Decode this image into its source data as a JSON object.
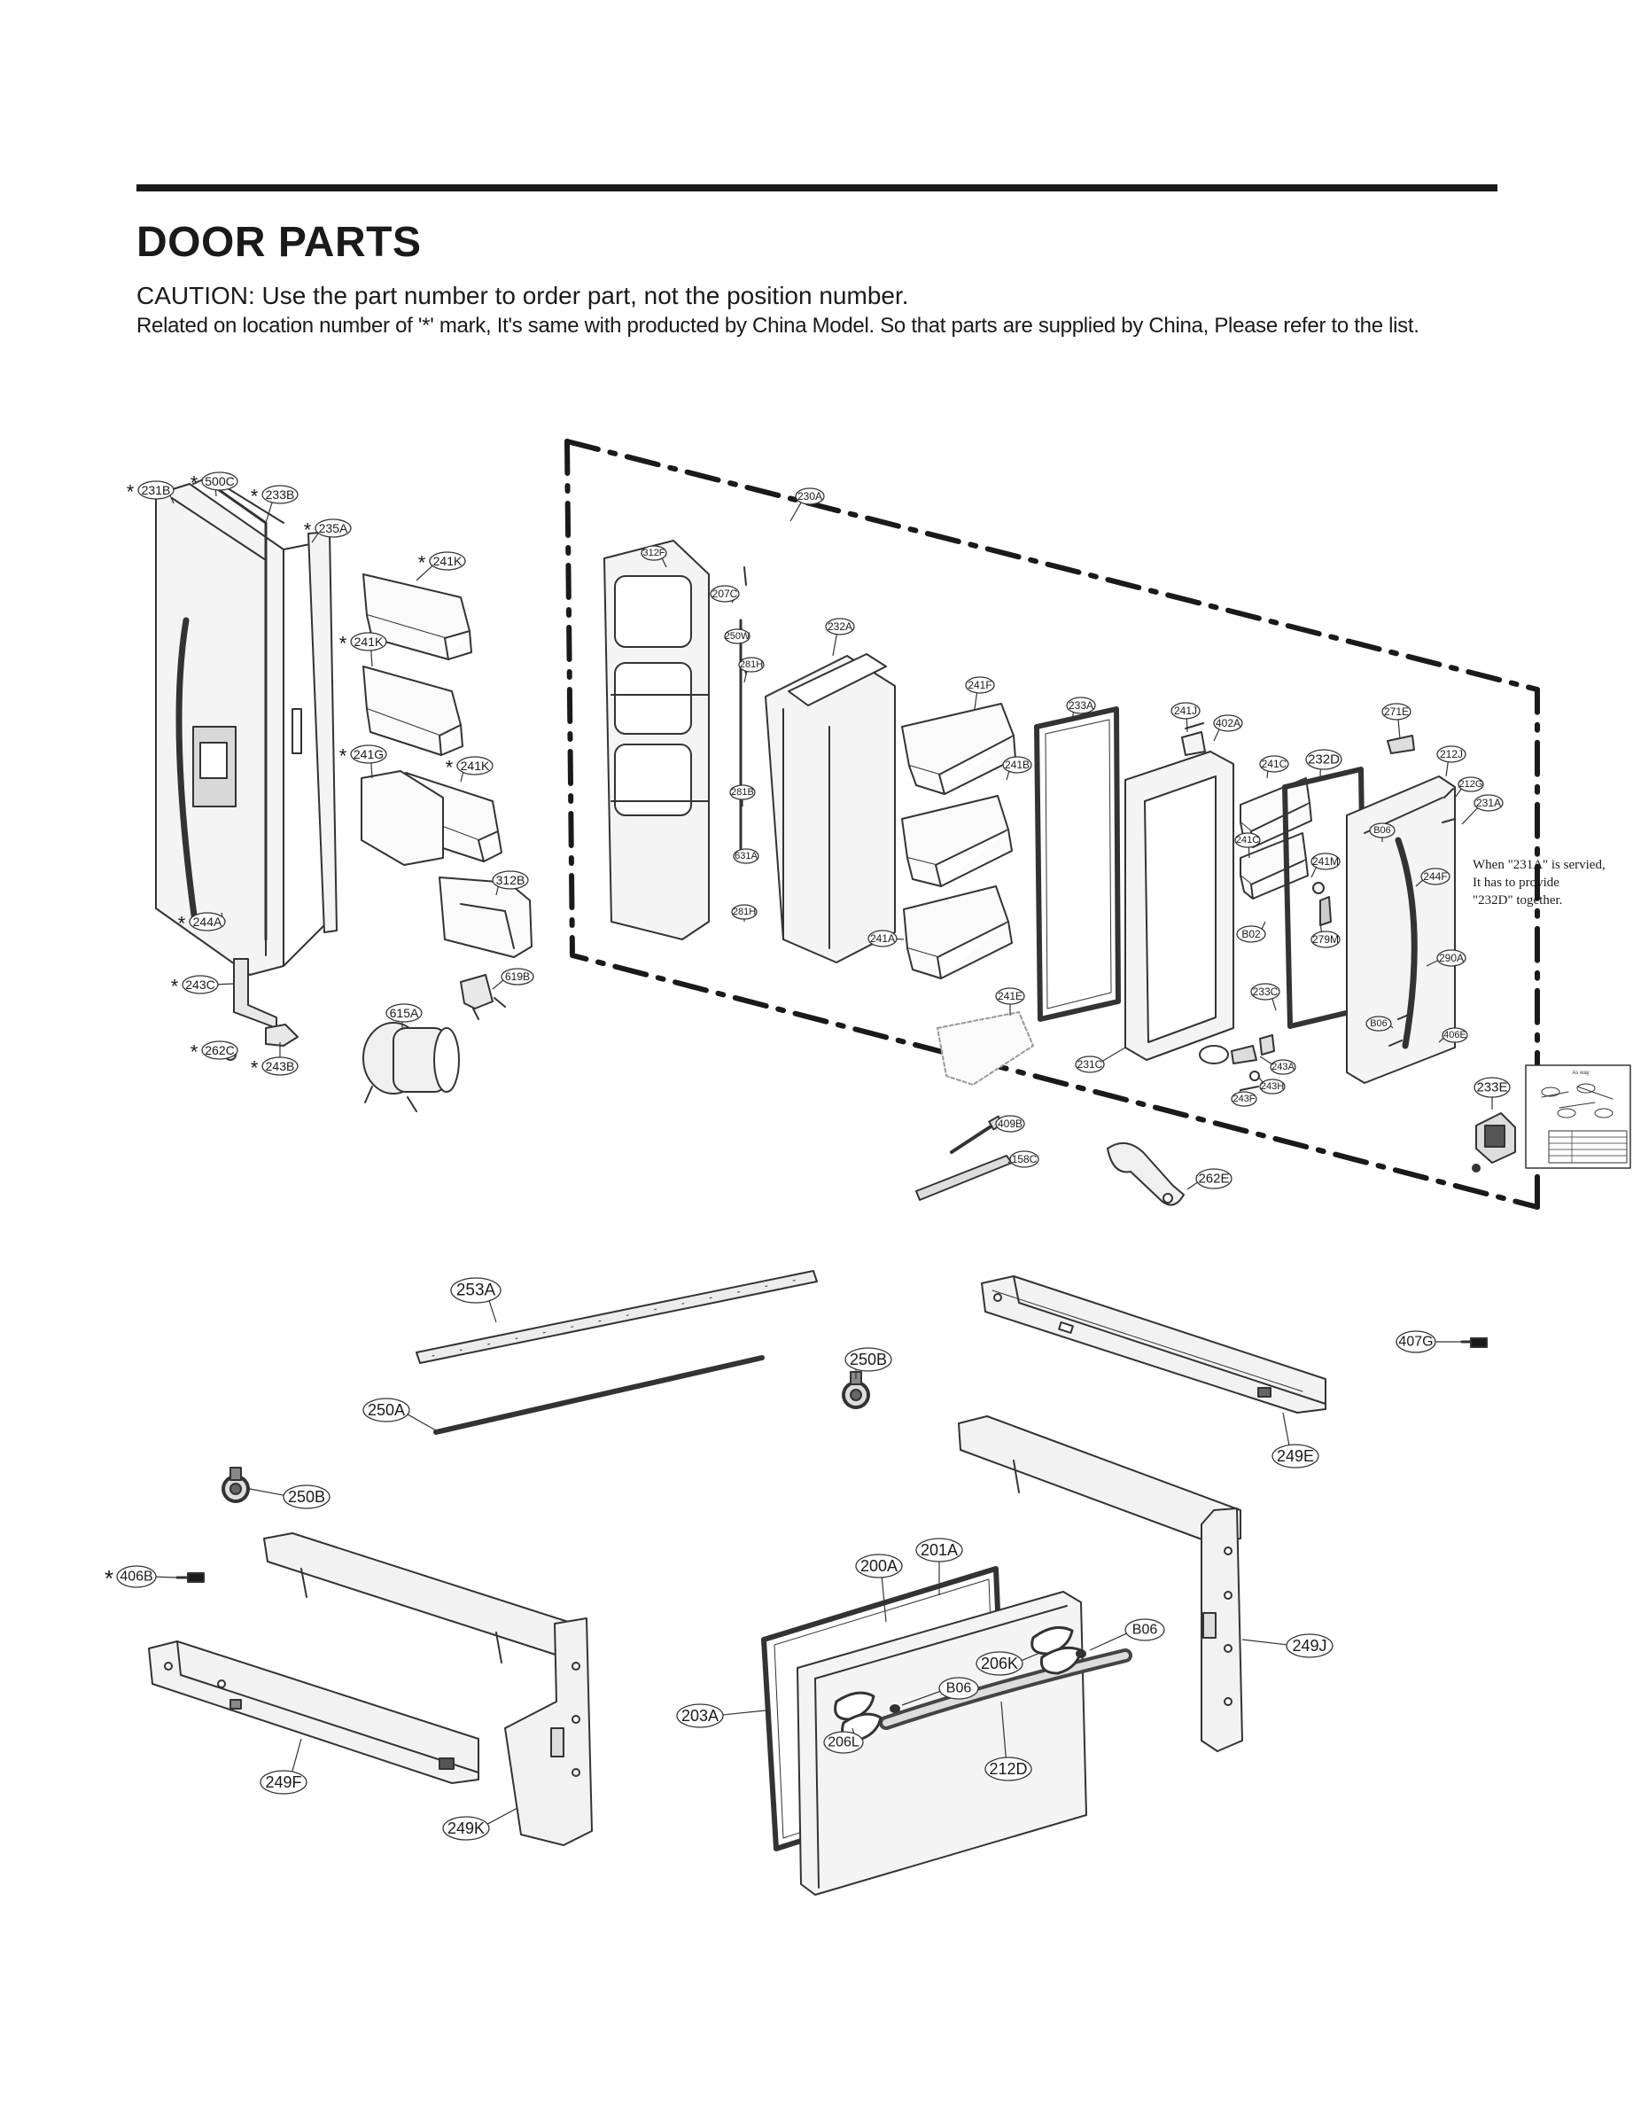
{
  "header": {
    "title": "DOOR PARTS",
    "caution": "CAUTION: Use the part number to order part, not the position number.",
    "note": "Related on location number of '*' mark, It's same with producted by China Model. So that parts are supplied by China, Please refer to the list."
  },
  "service_note": {
    "lines": [
      "When \"231A\" is servied,",
      "It has to provide",
      "\"232D\" together."
    ]
  },
  "inset": {
    "title": "As way"
  },
  "colors": {
    "ink": "#1a1a1a",
    "line": "#333333",
    "part_fill": "#f4f4f4"
  },
  "callouts": [
    {
      "label": "231B",
      "star": true
    },
    {
      "label": "500C",
      "star": true
    },
    {
      "label": "233B",
      "star": true
    },
    {
      "label": "235A",
      "star": true
    },
    {
      "label": "241K",
      "star": true
    },
    {
      "label": "241K",
      "star": true
    },
    {
      "label": "241G",
      "star": true
    },
    {
      "label": "241K",
      "star": true
    },
    {
      "label": "312B",
      "star": false
    },
    {
      "label": "244A",
      "star": true
    },
    {
      "label": "243C",
      "star": true
    },
    {
      "label": "619B",
      "star": false
    },
    {
      "label": "615A",
      "star": false
    },
    {
      "label": "262C",
      "star": true
    },
    {
      "label": "243B",
      "star": true
    },
    {
      "label": "230A",
      "star": false
    },
    {
      "label": "312F",
      "star": false
    },
    {
      "label": "207C",
      "star": false
    },
    {
      "label": "250W",
      "star": false
    },
    {
      "label": "232A",
      "star": false
    },
    {
      "label": "281H",
      "star": false
    },
    {
      "label": "241F",
      "star": false
    },
    {
      "label": "281B",
      "star": false
    },
    {
      "label": "631A",
      "star": false
    },
    {
      "label": "281H",
      "star": false
    },
    {
      "label": "241B",
      "star": false
    },
    {
      "label": "241A",
      "star": false
    },
    {
      "label": "241E",
      "star": false
    },
    {
      "label": "233A",
      "star": false
    },
    {
      "label": "231C",
      "star": false
    },
    {
      "label": "241J",
      "star": false
    },
    {
      "label": "402A",
      "star": false
    },
    {
      "label": "241C",
      "star": false
    },
    {
      "label": "232D",
      "star": false
    },
    {
      "label": "241C",
      "star": false
    },
    {
      "label": "241M",
      "star": false
    },
    {
      "label": "B02",
      "star": false
    },
    {
      "label": "279M",
      "star": false
    },
    {
      "label": "233C",
      "star": false
    },
    {
      "label": "243A",
      "star": false
    },
    {
      "label": "243H",
      "star": false
    },
    {
      "label": "243F",
      "star": false
    },
    {
      "label": "271E",
      "star": false
    },
    {
      "label": "212J",
      "star": false
    },
    {
      "label": "212G",
      "star": false
    },
    {
      "label": "B06",
      "star": false
    },
    {
      "label": "231A",
      "star": false
    },
    {
      "label": "244F",
      "star": false
    },
    {
      "label": "290A",
      "star": false
    },
    {
      "label": "B06",
      "star": false
    },
    {
      "label": "406E",
      "star": false
    },
    {
      "label": "233E",
      "star": false
    },
    {
      "label": "409B",
      "star": false
    },
    {
      "label": "158C",
      "star": false
    },
    {
      "label": "262E",
      "star": false
    },
    {
      "label": "253A",
      "star": false
    },
    {
      "label": "250B",
      "star": false
    },
    {
      "label": "407G",
      "star": false
    },
    {
      "label": "250A",
      "star": false
    },
    {
      "label": "249E",
      "star": false
    },
    {
      "label": "250B",
      "star": false
    },
    {
      "label": "406B",
      "star": true
    },
    {
      "label": "201A",
      "star": false
    },
    {
      "label": "200A",
      "star": false
    },
    {
      "label": "B06",
      "star": false
    },
    {
      "label": "249J",
      "star": false
    },
    {
      "label": "206K",
      "star": false
    },
    {
      "label": "B06",
      "star": false
    },
    {
      "label": "203A",
      "star": false
    },
    {
      "label": "206L",
      "star": false
    },
    {
      "label": "212D",
      "star": false
    },
    {
      "label": "249F",
      "star": false
    },
    {
      "label": "249K",
      "star": false
    }
  ]
}
